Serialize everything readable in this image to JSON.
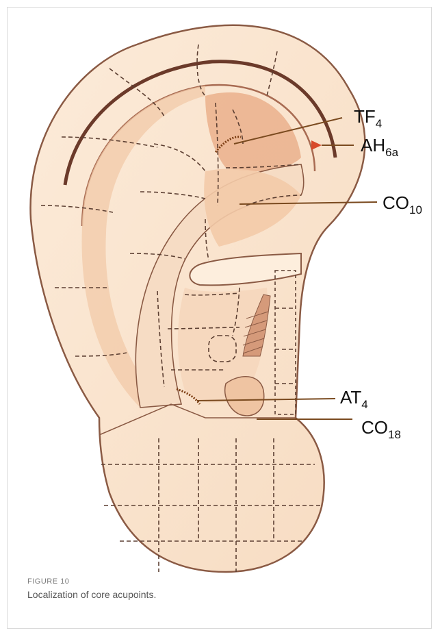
{
  "figure": {
    "label": "FIGURE 10",
    "caption": "Localization of core acupoints."
  },
  "points": [
    {
      "id": "tf4",
      "base": "TF",
      "sub": "4"
    },
    {
      "id": "ah6a",
      "base": "AH",
      "sub": "6a"
    },
    {
      "id": "co10",
      "base": "CO",
      "sub": "10"
    },
    {
      "id": "at4",
      "base": "AT",
      "sub": "4"
    },
    {
      "id": "co18",
      "base": "CO",
      "sub": "18"
    }
  ],
  "colors": {
    "skin": "#fbe7d3",
    "skin_shade": "#f1c8a6",
    "skin_deep": "#e6a882",
    "outline": "#8a5a44",
    "dash": "#6b4a3a",
    "leader": "#7a4a1f",
    "marker_red": "#d84a2a"
  }
}
